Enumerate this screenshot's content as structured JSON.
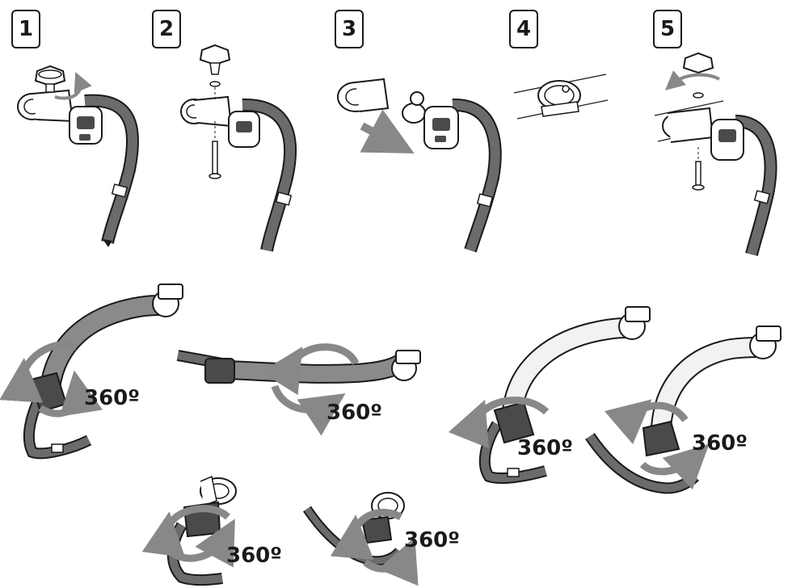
{
  "steps": [
    "1",
    "2",
    "3",
    "4",
    "5"
  ],
  "rotation_label": "360º",
  "colors": {
    "line": "#1a1a1a",
    "strap": "#6b6b6b",
    "bar_dark": "#8a8a8a",
    "bar_light": "#f2f2f2",
    "arrow": "#888888",
    "part_fill": "#ffffff",
    "screen": "#4a4a4a"
  },
  "icons": [
    "knob-icon",
    "clamp-icon",
    "strap-icon",
    "screw-icon",
    "washer-icon",
    "rotate-arrow-icon",
    "slide-arrow-icon",
    "handlebar-icon",
    "mount-arm-icon"
  ]
}
